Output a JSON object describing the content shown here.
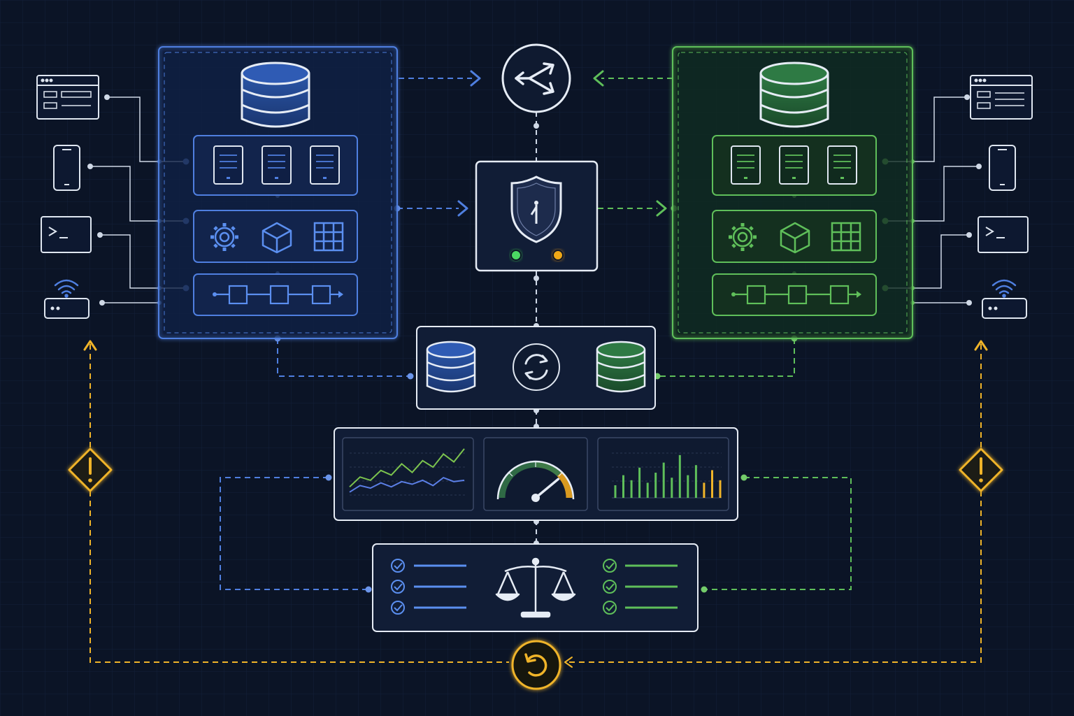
{
  "colors": {
    "background": "#0b1426",
    "grid": "#13203a",
    "blue": "#4f7fe0",
    "blue_fill": "#1e3a78",
    "green": "#5fbf5a",
    "green_fill": "#1f5a32",
    "amber": "#f0b429",
    "neutral": "#dfe6f0",
    "status_green": "#4cd964",
    "status_amber": "#f0a818"
  },
  "clients": [
    "browser-window-icon",
    "mobile-phone-icon",
    "terminal-icon",
    "iot-router-icon"
  ],
  "blue_cluster": {
    "database": "database-icon",
    "tiers": [
      "documents-tier",
      "services-tier",
      "pipeline-tier"
    ],
    "services": [
      "gear-icon",
      "cube-icon",
      "grid-icon"
    ]
  },
  "green_cluster": {
    "database": "database-icon",
    "tiers": [
      "documents-tier",
      "services-tier",
      "pipeline-tier"
    ],
    "services": [
      "gear-icon",
      "cube-icon",
      "grid-icon"
    ]
  },
  "router": {
    "icon": "share-split-icon"
  },
  "gateway": {
    "icon": "shield-switch-icon",
    "status_left": "active",
    "status_right": "warning"
  },
  "sync": {
    "left_db": "database-icon",
    "center": "sync-icon",
    "right_db": "database-icon"
  },
  "monitoring": {
    "panels": [
      "line-chart-panel",
      "gauge-panel",
      "bar-chart-panel"
    ],
    "line_series": [
      {
        "values": [
          20,
          35,
          30,
          45,
          38,
          55,
          42,
          60,
          50,
          70,
          58,
          78
        ]
      },
      {
        "values": [
          12,
          22,
          18,
          26,
          20,
          28,
          24,
          30,
          22,
          34,
          28,
          30
        ]
      }
    ],
    "gauge_level": 0.78,
    "bars": [
      {
        "v": 0.25,
        "c": "green"
      },
      {
        "v": 0.45,
        "c": "green"
      },
      {
        "v": 0.35,
        "c": "green"
      },
      {
        "v": 0.6,
        "c": "green"
      },
      {
        "v": 0.3,
        "c": "green"
      },
      {
        "v": 0.5,
        "c": "green"
      },
      {
        "v": 0.7,
        "c": "green"
      },
      {
        "v": 0.4,
        "c": "green"
      },
      {
        "v": 0.85,
        "c": "green"
      },
      {
        "v": 0.45,
        "c": "green"
      },
      {
        "v": 0.65,
        "c": "green"
      },
      {
        "v": 0.3,
        "c": "amber"
      },
      {
        "v": 0.55,
        "c": "amber"
      },
      {
        "v": 0.35,
        "c": "amber"
      }
    ]
  },
  "comparison": {
    "icon": "balance-scale-icon",
    "left_checks": 3,
    "right_checks": 3
  },
  "alerts": {
    "left": "warning-diamond-icon",
    "right": "warning-diamond-icon",
    "rollback": "rollback-icon"
  }
}
